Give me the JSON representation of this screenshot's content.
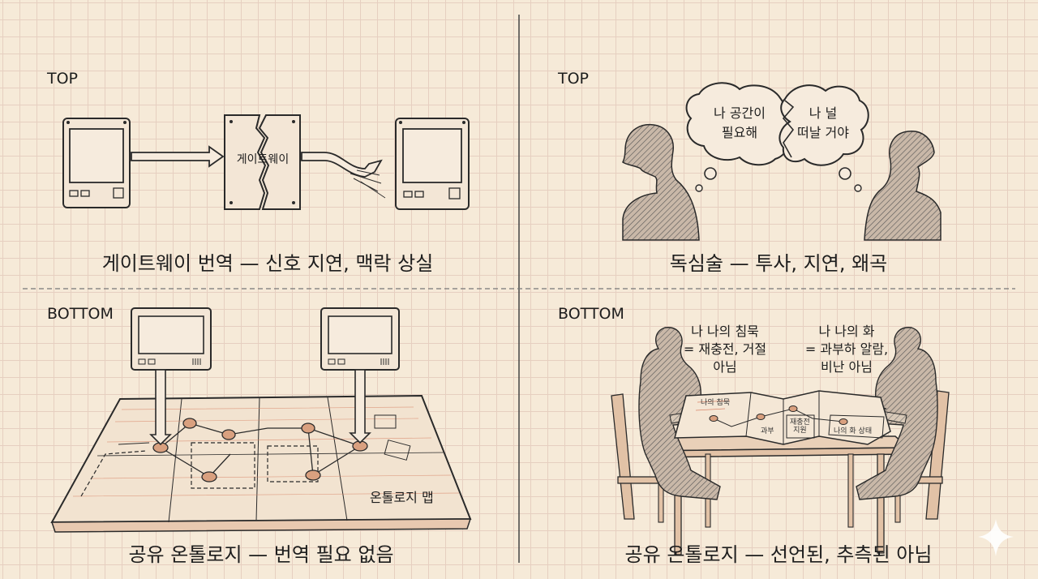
{
  "panels": {
    "top_left": {
      "tag": "TOP",
      "gateway_label": "게이트웨이",
      "caption": "게이트웨이 번역 — 신호 지연, 맥락 상실"
    },
    "top_right": {
      "tag": "TOP",
      "bubble_left": "나 공간이\n필요해",
      "bubble_right": "나 널\n떠날 거야",
      "caption": "독심술 — 투사, 지연, 왜곡"
    },
    "bottom_left": {
      "tag": "BOTTOM",
      "map_label": "온톨로지 맵",
      "caption": "공유 온톨로지 — 번역 필요 없음"
    },
    "bottom_right": {
      "tag": "BOTTOM",
      "note_left": "나 나의 침묵\n= 재충전, 거절\n아님",
      "note_right": "나 나의 화\n= 과부하 알람,\n비난 아님",
      "table_labels": [
        "나의 침묵",
        "재충전\n지원",
        "과부",
        "나의 화 상태"
      ],
      "caption": "공유 온톨로지 — 선언된, 추측된 아님"
    }
  },
  "colors": {
    "background": "#f6ead8",
    "grid": "#e6cfc0",
    "ink": "#2a2a2a",
    "accent": "#d9866a",
    "node_fill": "#d9a07f"
  }
}
